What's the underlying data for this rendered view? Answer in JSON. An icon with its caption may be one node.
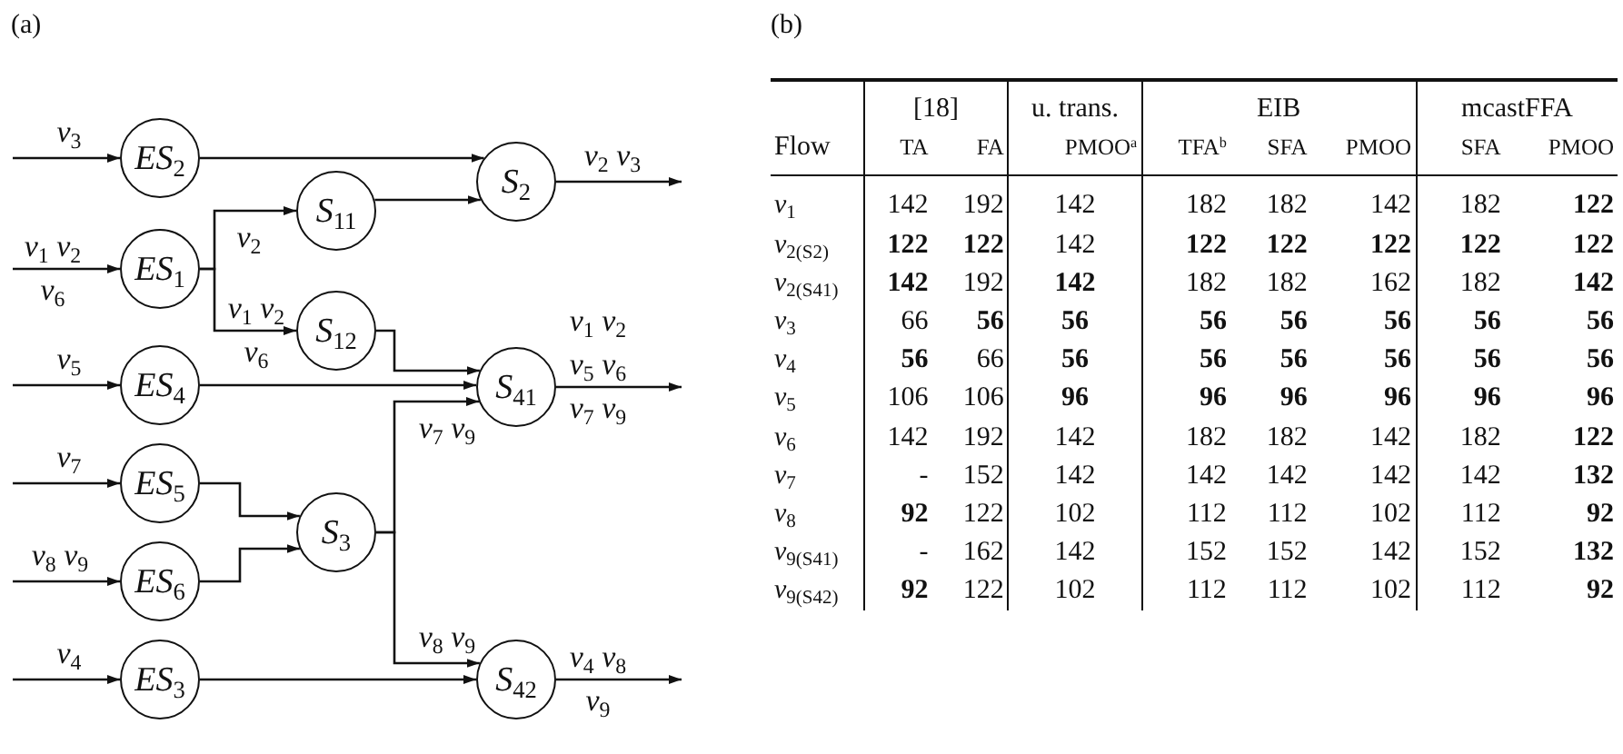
{
  "diagram": {
    "nodes": [
      {
        "text": [
          "*ES*$_{2}$"
        ]
      },
      {
        "text": [
          "*ES*$_{1}$"
        ]
      },
      {
        "text": [
          "*ES*$_{4}$"
        ]
      },
      {
        "text": [
          "*ES*$_{5}$"
        ]
      },
      {
        "text": [
          "*ES*$_{6}$"
        ]
      },
      {
        "text": [
          "*ES*$_{3}$"
        ]
      },
      {
        "text": [
          "*S*$_{11}$"
        ]
      },
      {
        "text": [
          "*S*$_{12}$"
        ]
      },
      {
        "text": [
          "*S*$_{2}$"
        ]
      },
      {
        "text": [
          "*S*$_{41}$"
        ]
      },
      {
        "text": [
          "*S*$_{3}$"
        ]
      },
      {
        "text": [
          "*S*$_{42}$"
        ]
      }
    ],
    "edges": [
      {
        "from": null,
        "to": 0,
        "arrow": "to",
        "label": "*v*$_{3}$"
      },
      {
        "from": null,
        "to": 1,
        "arrow": "to",
        "label": "*v*$_{1}$ *v*$_{2}$ *v*$_{6}$"
      },
      {
        "from": null,
        "to": 2,
        "arrow": "to",
        "label": "*v*$_{5}$"
      },
      {
        "from": null,
        "to": 3,
        "arrow": "to",
        "label": "*v*$_{7}$"
      },
      {
        "from": null,
        "to": 4,
        "arrow": "to",
        "label": "*v*$_{8}$ *v*$_{9}$"
      },
      {
        "from": null,
        "to": 5,
        "arrow": "to",
        "label": "*v*$_{4}$"
      },
      {
        "from": 0,
        "to": 8,
        "arrow": "to"
      },
      {
        "from": 1,
        "to": 6,
        "arrow": "to",
        "label": "*v*$_{2}$"
      },
      {
        "from": 1,
        "to": 7,
        "arrow": "to",
        "label": "*v*$_{1}$ *v*$_{2}$ *v*$_{6}$"
      },
      {
        "from": 6,
        "to": 8,
        "arrow": "to"
      },
      {
        "from": 7,
        "to": 9,
        "arrow": "to"
      },
      {
        "from": 2,
        "to": 9,
        "arrow": "to"
      },
      {
        "from": 3,
        "to": 10,
        "arrow": "to"
      },
      {
        "from": 4,
        "to": 10,
        "arrow": "to"
      },
      {
        "from": 10,
        "to": 9,
        "arrow": "to",
        "label": "*v*$_{7}$ *v*$_{9}$"
      },
      {
        "from": 10,
        "to": 11,
        "arrow": "to",
        "label": "*v*$_{8}$ *v*$_{9}$"
      },
      {
        "from": 5,
        "to": 11,
        "arrow": "to"
      },
      {
        "from": 8,
        "to": null,
        "arrow": "to",
        "label": "*v*$_{2}$ *v*$_{3}$"
      },
      {
        "from": 9,
        "to": null,
        "arrow": "to",
        "label": "*v*$_{1}$ *v*$_{2}$ *v*$_{5}$ *v*$_{6}$ *v*$_{7}$ *v*$_{9}$"
      },
      {
        "from": 11,
        "to": null,
        "arrow": "to",
        "label": "*v*$_{4}$ *v*$_{8}$ *v*$_{9}$"
      }
    ],
    "labels": [
      "(a)",
      "(b)",
      "[18]",
      "u. trans.",
      "EIB",
      "mcastFFA",
      "Flow",
      "TA",
      "FA",
      "PMOO$^{a}$",
      "TFA$^{b}$",
      "SFA",
      "PMOO",
      "SFA",
      "PMOO",
      "*v*$_{1}$",
      "142",
      "192",
      "142",
      "182",
      "182",
      "142",
      "182",
      "**122**",
      "*v*$_{2(S2)}$",
      "**122**",
      "**122**",
      "142",
      "**122**",
      "**122**",
      "**122**",
      "**122**",
      "**122**",
      "*v*$_{2(S41)}$",
      "**142**",
      "192",
      "**142**",
      "182",
      "182",
      "162",
      "182",
      "**142**",
      "*v*$_{3}$",
      "66",
      "**56**",
      "**56**",
      "**56**",
      "**56**",
      "**56**",
      "**56**",
      "**56**",
      "*v*$_{4}$",
      "**56**",
      "66",
      "**56**",
      "**56**",
      "**56**",
      "**56**",
      "**56**",
      "**56**",
      "*v*$_{5}$",
      "106",
      "106",
      "**96**",
      "**96**",
      "**96**",
      "**96**",
      "**96**",
      "**96**",
      "*v*$_{6}$",
      "142",
      "192",
      "142",
      "182",
      "182",
      "142",
      "182",
      "**122**",
      "*v*$_{7}$",
      "-",
      "152",
      "142",
      "142",
      "142",
      "142",
      "142",
      "**132**",
      "*v*$_{8}$",
      "**92**",
      "122",
      "102",
      "112",
      "112",
      "102",
      "112",
      "**92**",
      "*v*$_{9(S41)}$",
      "-",
      "162",
      "142",
      "152",
      "152",
      "142",
      "152",
      "**132**",
      "*v*$_{9(S42)}$",
      "**92**",
      "122",
      "102",
      "112",
      "112",
      "102",
      "112",
      "**92**"
    ]
  }
}
